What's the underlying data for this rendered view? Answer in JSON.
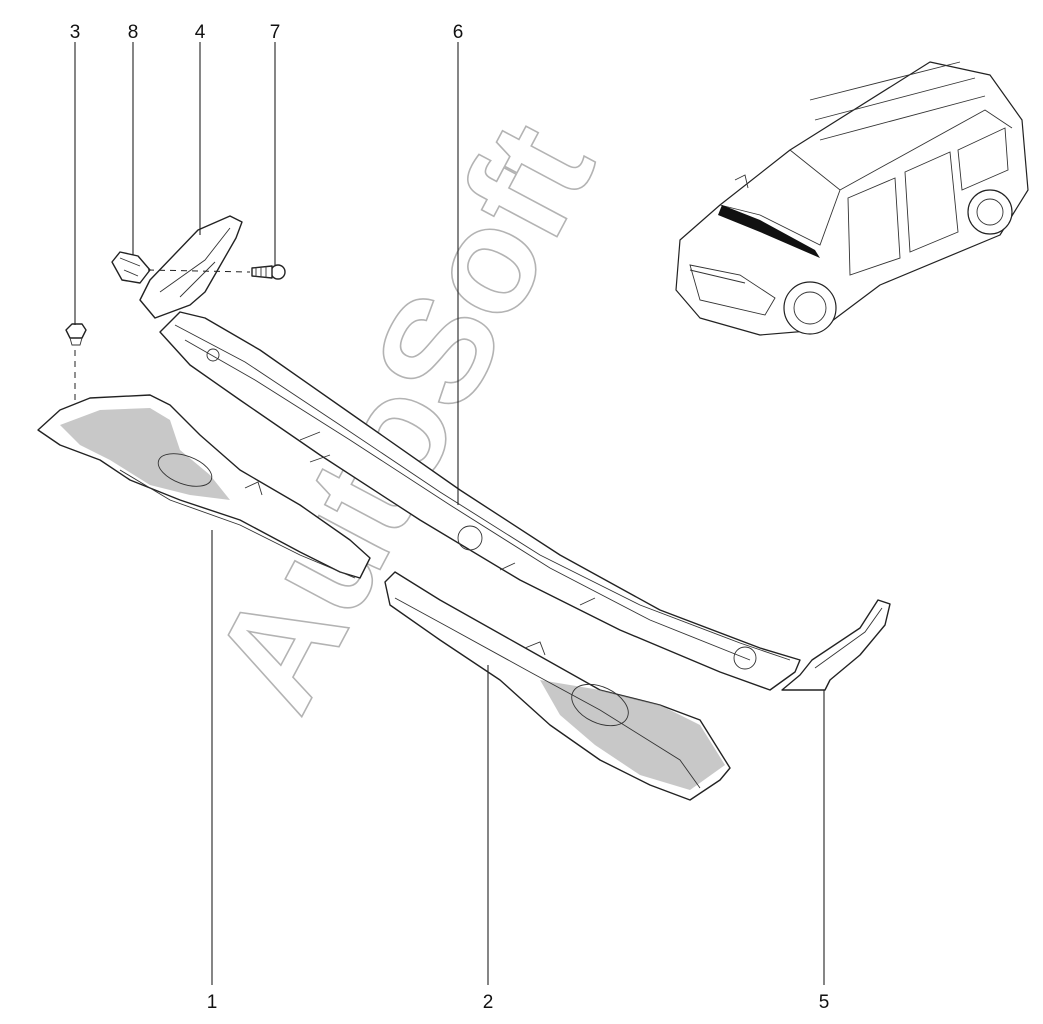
{
  "watermark": "AutoSoft",
  "callouts": [
    {
      "id": "3",
      "label": "3"
    },
    {
      "id": "8",
      "label": "8"
    },
    {
      "id": "4",
      "label": "4"
    },
    {
      "id": "7",
      "label": "7"
    },
    {
      "id": "6",
      "label": "6"
    },
    {
      "id": "1",
      "label": "1"
    },
    {
      "id": "2",
      "label": "2"
    },
    {
      "id": "5",
      "label": "5"
    }
  ],
  "colors": {
    "line": "#222222",
    "watermark": "#9a9a9a",
    "background": "#ffffff"
  }
}
